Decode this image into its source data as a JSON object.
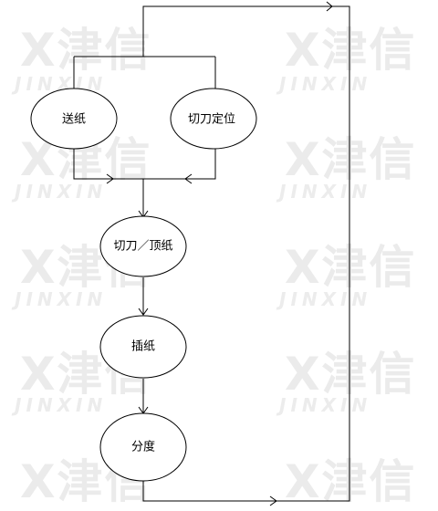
{
  "watermark": {
    "logo": "X津信",
    "text": "JINXIN"
  },
  "nodes": {
    "feed_paper": "送纸",
    "cutter_positioning": "切刀定位",
    "cut_push": "切刀／顶纸",
    "insert_paper": "插纸",
    "divide": "分度"
  },
  "colors": {
    "stroke": "#000000",
    "node_fill": "#ffffff",
    "watermark": "#ebebeb"
  }
}
